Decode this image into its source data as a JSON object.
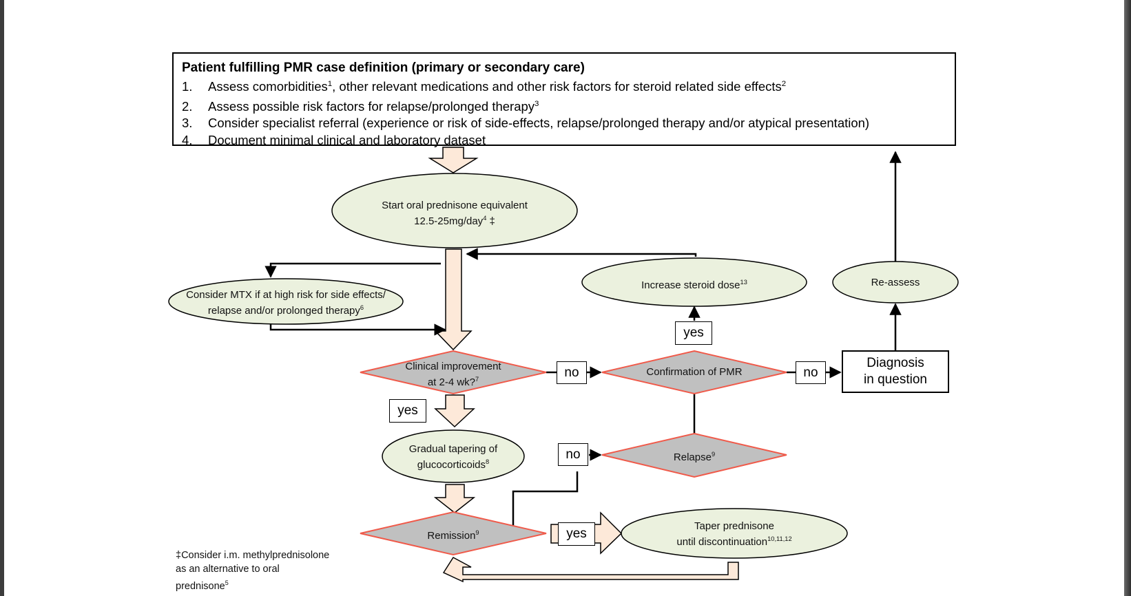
{
  "header": {
    "title": "Patient fulfilling  PMR case definition (primary or secondary care)",
    "items": [
      {
        "num": "1.",
        "text": "Assess comorbidities",
        "sup": "1",
        "text2": ", other relevant medications and other risk factors for steroid related side effects",
        "sup2": "2"
      },
      {
        "num": "2.",
        "text": "Assess possible risk factors for relapse/prolonged therapy",
        "sup": "3",
        "text2": "",
        "sup2": ""
      },
      {
        "num": "3.",
        "text": "Consider specialist referral (experience or risk of side-effects, relapse/prolonged therapy and/or atypical presentation)",
        "sup": "",
        "text2": "",
        "sup2": ""
      },
      {
        "num": "4.",
        "text": "Document  minimal  clinical  and laboratory dataset",
        "sup": "",
        "text2": "",
        "sup2": ""
      }
    ]
  },
  "nodes": {
    "start": {
      "line1": "Start oral prednisone equivalent",
      "line2": "12.5-25mg/day",
      "sup": "4",
      "suffix": " ‡"
    },
    "mtx": {
      "line1": "Consider MTX if at high risk for side effects/",
      "line2": "relapse and/or prolonged therapy",
      "sup": "6"
    },
    "increase": {
      "line1": "Increase steroid dose",
      "sup": "13"
    },
    "reassess": {
      "line1": "Re-assess"
    },
    "clinical": {
      "line1": "Clinical improvement",
      "line2": "at 2-4 wk?",
      "sup": "7"
    },
    "confirmation": {
      "line1": "Confirmation of PMR"
    },
    "diagnosis": {
      "line1": "Diagnosis",
      "line2": "in question"
    },
    "tapering": {
      "line1": "Gradual tapering of",
      "line2": "glucocorticoids",
      "sup": "8"
    },
    "relapse": {
      "line1": "Relapse",
      "sup": "9"
    },
    "remission": {
      "line1": "Remission",
      "sup": "9"
    },
    "taper": {
      "line1": "Taper prednisone",
      "line2": "until discontinuation",
      "sup": "10,11,12"
    }
  },
  "labels": {
    "yes": "yes",
    "no": "no"
  },
  "footnote": {
    "line1": "‡Consider i.m. methylprednisolone",
    "line2": "as an alternative  to oral",
    "line3": "prednisone",
    "sup": "5"
  },
  "colors": {
    "ellipse_fill": "#ebf1de",
    "diamond_fill": "#c0c0c0",
    "diamond_stroke": "#f05a4a",
    "arrow_fill": "#fde9d9"
  }
}
